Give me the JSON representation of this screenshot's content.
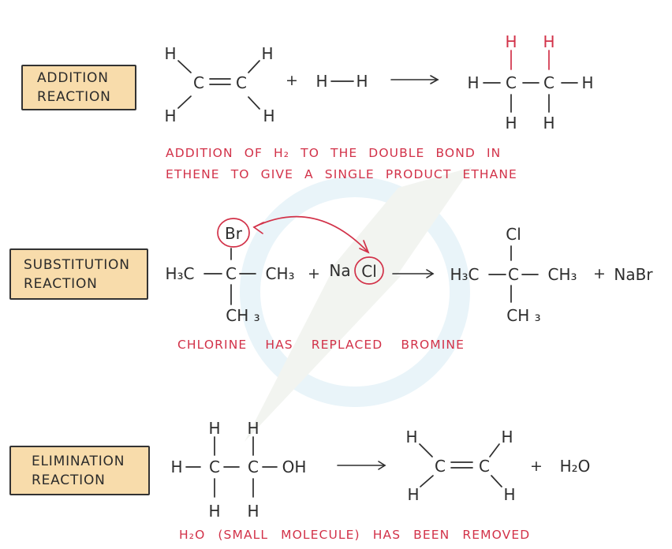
{
  "colors": {
    "background": "#ffffff",
    "label_box_fill": "#f8dcab",
    "label_box_border": "#333333",
    "ink": "#2d2d2d",
    "accent_red": "#d23249",
    "watermark_ring": "#e9f4f9",
    "watermark_bolt": "#f2f4f0"
  },
  "watermark": {
    "name": "lightning-bolt-logo"
  },
  "sections": {
    "addition": {
      "label": [
        "ADDITION",
        "REACTION"
      ],
      "plus": "+",
      "caption": [
        "ADDITION OF H₂ TO THE DOUBLE BOND IN",
        "ETHENE TO GIVE A SINGLE PRODUCT ETHANE"
      ],
      "ethene": {
        "h_tl": "H",
        "h_tr": "H",
        "h_bl": "H",
        "h_br": "H",
        "c1": "C",
        "c2": "C"
      },
      "hydrogen": {
        "h1": "H",
        "h2": "H"
      },
      "ethane": {
        "h_left": "H",
        "c1": "C",
        "c2": "C",
        "h_right": "H",
        "h_top1": "H",
        "h_top2": "H",
        "h_bot1": "H",
        "h_bot2": "H"
      }
    },
    "substitution": {
      "label": [
        "SUBSTITUTION",
        "REACTION"
      ],
      "plus1": "+",
      "plus2": "+",
      "caption": "CHLORINE HAS REPLACED BROMINE",
      "reactant": {
        "br": "Br",
        "h3c": "H₃C",
        "c": "C",
        "ch3": "CH₃",
        "ch3_bottom": "CH ₃"
      },
      "nacl": {
        "na": "Na",
        "cl": "Cl"
      },
      "product": {
        "cl": "Cl",
        "h3c": "H₃C",
        "c": "C",
        "ch3": "CH₃",
        "ch3_bottom": "CH ₃",
        "nabr": "NaBr"
      }
    },
    "elimination": {
      "label": [
        "ELIMINATION",
        "REACTION"
      ],
      "plus": "+",
      "caption": "H₂O (SMALL MOLECULE) HAS BEEN REMOVED",
      "ethanol": {
        "h_top1": "H",
        "h_top2": "H",
        "h_left": "H",
        "c1": "C",
        "c2": "C",
        "oh": "OH",
        "h_bot1": "H",
        "h_bot2": "H"
      },
      "ethene": {
        "h_tl": "H",
        "h_tr": "H",
        "h_bl": "H",
        "h_br": "H",
        "c1": "C",
        "c2": "C"
      },
      "water": "H₂O"
    }
  }
}
